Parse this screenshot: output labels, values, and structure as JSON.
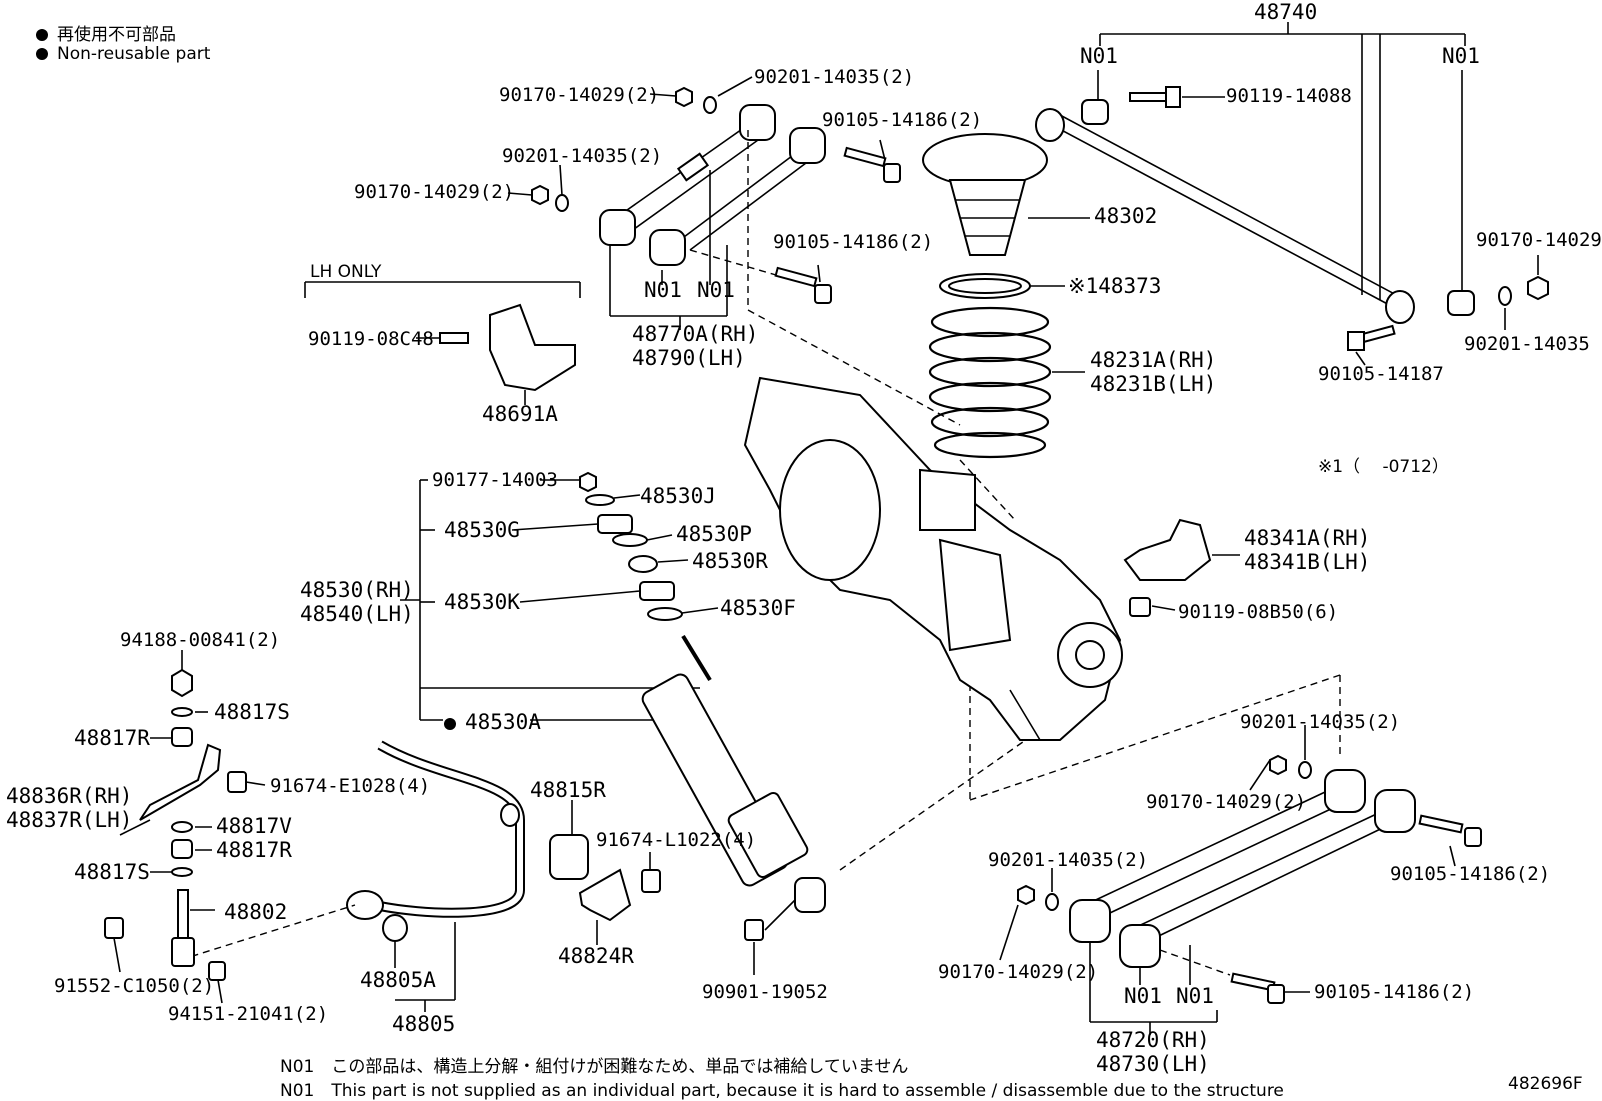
{
  "legend": {
    "jp": "再使用不可部品",
    "en": "Non-reusable part"
  },
  "lh_only": "LH ONLY",
  "labels": {
    "p48740": "48740",
    "n01_ul": "N01",
    "n01_ur": "N01",
    "p90119_14088": "90119-14088",
    "p90170_14029_top": "90170-14029(2)",
    "p90201_14035_top": "90201-14035(2)",
    "p90105_14186_top": "90105-14186(2)",
    "p90201_14035_left": "90201-14035(2)",
    "p90170_14029_left": "90170-14029(2)",
    "p48302": "48302",
    "p90105_14186_mid": "90105-14186(2)",
    "p48373": "※148373",
    "p90170_14029_r": "90170-14029",
    "p90201_14035_r": "90201-14035",
    "p90105_14187": "90105-14187",
    "n01_a": "N01",
    "n01_b": "N01",
    "p48770A": "48770A(RH)",
    "p48790": "48790(LH)",
    "p90119_08C48": "90119-08C48",
    "p48691A": "48691A",
    "p48231A": "48231A(RH)",
    "p48231B": "48231B(LH)",
    "footnote1": "※1（　 -0712）",
    "p90177_14003": "90177-14003",
    "p48530J": "48530J",
    "p48530G": "48530G",
    "p48530P": "48530P",
    "p48530R": "48530R",
    "p48530RH": "48530(RH)",
    "p48540LH": "48540(LH)",
    "p48530K": "48530K",
    "p48530F": "48530F",
    "p48530A": "48530A",
    "p48341A": "48341A(RH)",
    "p48341B": "48341B(LH)",
    "p90119_08B50": "90119-08B50(6)",
    "p94188_00841": "94188-00841(2)",
    "p48817S_a": "48817S",
    "p48817R_a": "48817R",
    "p91674_E1028": "91674-E1028(4)",
    "p48836R": "48836R(RH)",
    "p48837R": "48837R(LH)",
    "p48817V": "48817V",
    "p48817R_b": "48817R",
    "p48817S_b": "48817S",
    "p48802": "48802",
    "p91552_C1050": "91552-C1050(2)",
    "p94151_21041": "94151-21041(2)",
    "p48815R": "48815R",
    "p91674_L1022": "91674-L1022(4)",
    "p48824R": "48824R",
    "p48805A": "48805A",
    "p48805": "48805",
    "p90901_19052": "90901-19052",
    "p90201_14035_lr1": "90201-14035(2)",
    "p90170_14029_lr1": "90170-14029(2)",
    "p90105_14186_lr1": "90105-14186(2)",
    "p90201_14035_lr2": "90201-14035(2)",
    "p90170_14029_lr2": "90170-14029(2)",
    "p90105_14186_lr2": "90105-14186(2)",
    "n01_c": "N01",
    "n01_d": "N01",
    "p48720": "48720(RH)",
    "p48730": "48730(LH)"
  },
  "notes": {
    "jp": "N01　この部品は、構造上分解・組付けが困難なため、単品では補給していません",
    "en": "N01　This part is not supplied as an individual part, because it is hard to assemble / disassemble due to the structure"
  },
  "illustration_id": "482696F"
}
